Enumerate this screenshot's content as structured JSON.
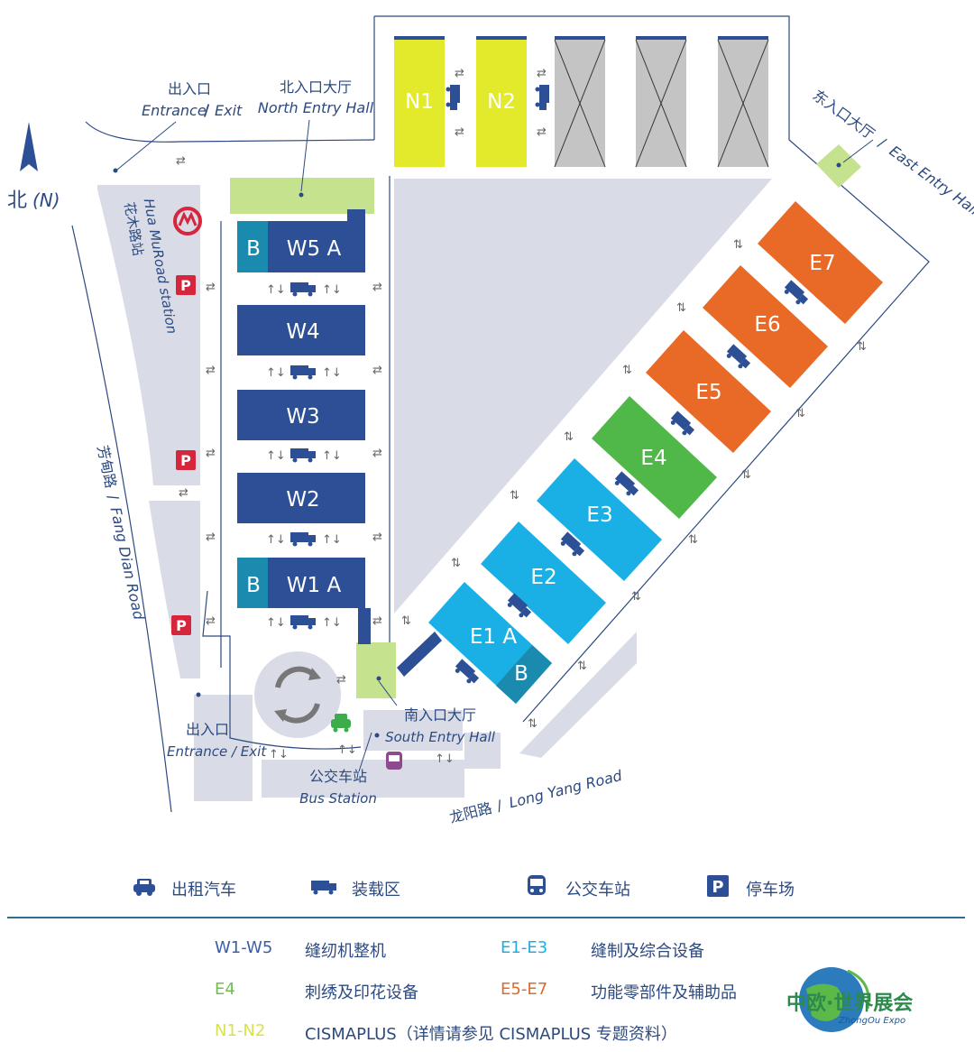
{
  "colors": {
    "west_hall": "#2c4f95",
    "west_b": "#1a8aae",
    "north_hall": "#e3e92b",
    "closed_hall": "#c4c4c4",
    "e1_e3": "#1ab0e6",
    "e4": "#50b848",
    "e5_e7": "#e86a26",
    "entry_hall": "#c5e28e",
    "ground": "#d9dce7",
    "parking": "#d6263c",
    "taxi": "#3bad4b",
    "bus": "#8e4a8e"
  },
  "compass": {
    "label": "北",
    "label_en": "(N)"
  },
  "labels": {
    "nw_exit_cn": "出入口",
    "nw_exit_en_a": "Entrance",
    "nw_exit_en_b": "Exit",
    "north_hall_cn": "北入口大厅",
    "north_hall_en": "North Entry Hall",
    "east_hall_cn": "东入口大厅",
    "east_hall_en": "East Entry Hall",
    "metro_cn": "花木路站",
    "metro_en": "Hua MuRoad station",
    "fangdian_cn": "芳甸路",
    "fangdian_en": "Fang Dian Road",
    "sw_exit_cn": "出入口",
    "sw_exit_en": "Entrance / Exit",
    "south_hall_cn": "南入口大厅",
    "south_hall_en": "South Entry Hall",
    "bus_cn": "公交车站",
    "bus_en": "Bus Station",
    "longyang_cn": "龙阳路",
    "longyang_en": "Long Yang Road",
    "parking_letter": "P"
  },
  "halls": {
    "W5": "W5 A",
    "W5B": "B",
    "W4": "W4",
    "W3": "W3",
    "W2": "W2",
    "W1": "W1 A",
    "W1B": "B",
    "N1": "N1",
    "N2": "N2",
    "E1": "E1 A",
    "E1B": "B",
    "E2": "E2",
    "E3": "E3",
    "E4": "E4",
    "E5": "E5",
    "E6": "E6",
    "E7": "E7"
  },
  "legend": {
    "taxi": "出租汽车",
    "loading": "装载区",
    "bus": "公交车站",
    "parking": "停车场"
  },
  "categories": [
    {
      "code": "W1-W5",
      "desc": "缝纫机整机",
      "color": "#3d5da8"
    },
    {
      "code": "E1-E3",
      "desc": "缝制及综合设备",
      "color": "#1ab0e6"
    },
    {
      "code": "E4",
      "desc": "刺绣及印花设备",
      "color": "#6cc04a"
    },
    {
      "code": "E5-E7",
      "desc": "功能零部件及辅助品",
      "color": "#e06a2a"
    },
    {
      "code": "N1-N2",
      "desc": "CISMAPLUS（详情请参见 CISMAPLUS 专题资料）",
      "color": "#d8e24a"
    }
  ],
  "logo": {
    "cn": "中欧·世界展会",
    "en": "ZhongOu Expo"
  }
}
